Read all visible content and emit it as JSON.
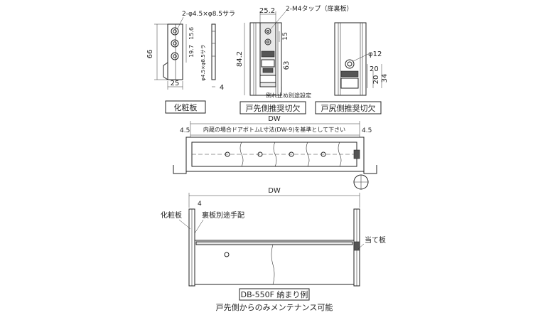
{
  "top_views": {
    "decor_plate": {
      "hole_note": "2-φ4.5×φ8.5サラ",
      "dim_height": "66",
      "dim_width": "25",
      "dim_thickness": "4",
      "dim_15_6": "15.6",
      "dim_19_7": "19.7",
      "note_side": "φ4.5×φ8.5サラ",
      "caption": "化粧板"
    },
    "door_tip": {
      "dim_width": "25.2",
      "tap_note": "2-M4タップ（扉裏板）",
      "dim_15": "15",
      "dim_84_2": "84.2",
      "dim_63": "63",
      "fall_note": "倒れ止め別途設定",
      "caption": "戸先側推奨切欠"
    },
    "door_tail": {
      "dim_phi12": "φ12",
      "dim_20a": "20",
      "dim_20b": "20",
      "dim_34": "34",
      "caption": "戸尻側推奨切欠"
    }
  },
  "middle_view": {
    "dim_dw": "DW",
    "dim_left": "4.5",
    "dim_right": "4.5",
    "note": "内蔵の場合ドアボトムL寸法(DW-9)を基準として下さい"
  },
  "bottom_view": {
    "dim_dw": "DW",
    "dim_4": "4",
    "label_decor": "化粧板",
    "label_back": "裏板別途手配",
    "label_stop": "当て板",
    "caption_title": "DB-550F 納まり例",
    "caption_sub": "戸先側からのみメンテナンス可能"
  }
}
